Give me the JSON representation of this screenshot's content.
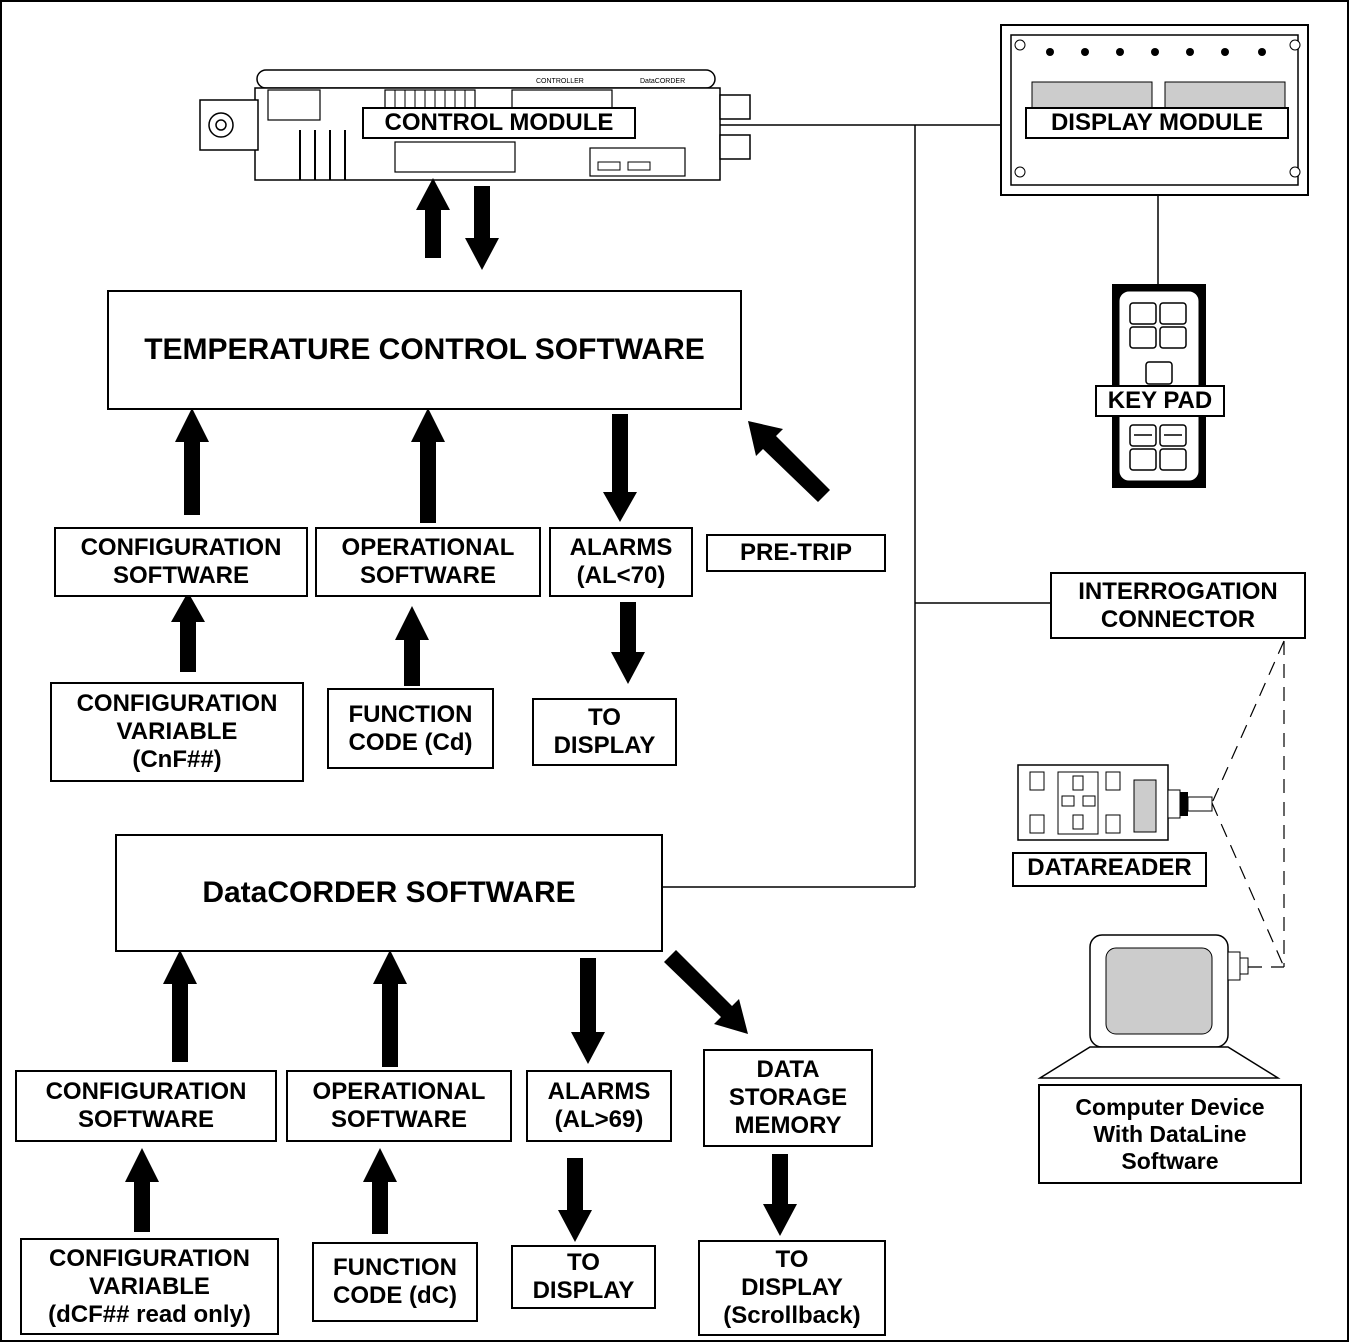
{
  "hardware": {
    "control_module": "CONTROL MODULE",
    "controller_text": "CONTROLLER",
    "datacorder_text": "DataCORDER",
    "display_module": "DISPLAY MODULE",
    "key_pad": "KEY PAD",
    "interrogation_connector": "INTERROGATION\nCONNECTOR",
    "datareader": "DATAREADER",
    "computer_device": "Computer Device\nWith DataLine\nSoftware"
  },
  "temperature": {
    "software": "TEMPERATURE CONTROL SOFTWARE",
    "config_software": "CONFIGURATION\nSOFTWARE",
    "operational_software": "OPERATIONAL\nSOFTWARE",
    "alarms": "ALARMS\n(AL<70)",
    "pre_trip": "PRE-TRIP",
    "config_variable": "CONFIGURATION\nVARIABLE\n(CnF##)",
    "function_code": "FUNCTION\nCODE (Cd)",
    "to_display": "TO\nDISPLAY"
  },
  "datacorder": {
    "software": "DataCORDER SOFTWARE",
    "config_software": "CONFIGURATION\nSOFTWARE",
    "operational_software": "OPERATIONAL\nSOFTWARE",
    "alarms": "ALARMS\n(AL>69)",
    "data_storage": "DATA\nSTORAGE\nMEMORY",
    "config_variable": "CONFIGURATION\nVARIABLE\n(dCF## read only)",
    "function_code": "FUNCTION\nCODE (dC)",
    "to_display": "TO\nDISPLAY",
    "to_display_scrollback": "TO\nDISPLAY\n(Scrollback)"
  }
}
